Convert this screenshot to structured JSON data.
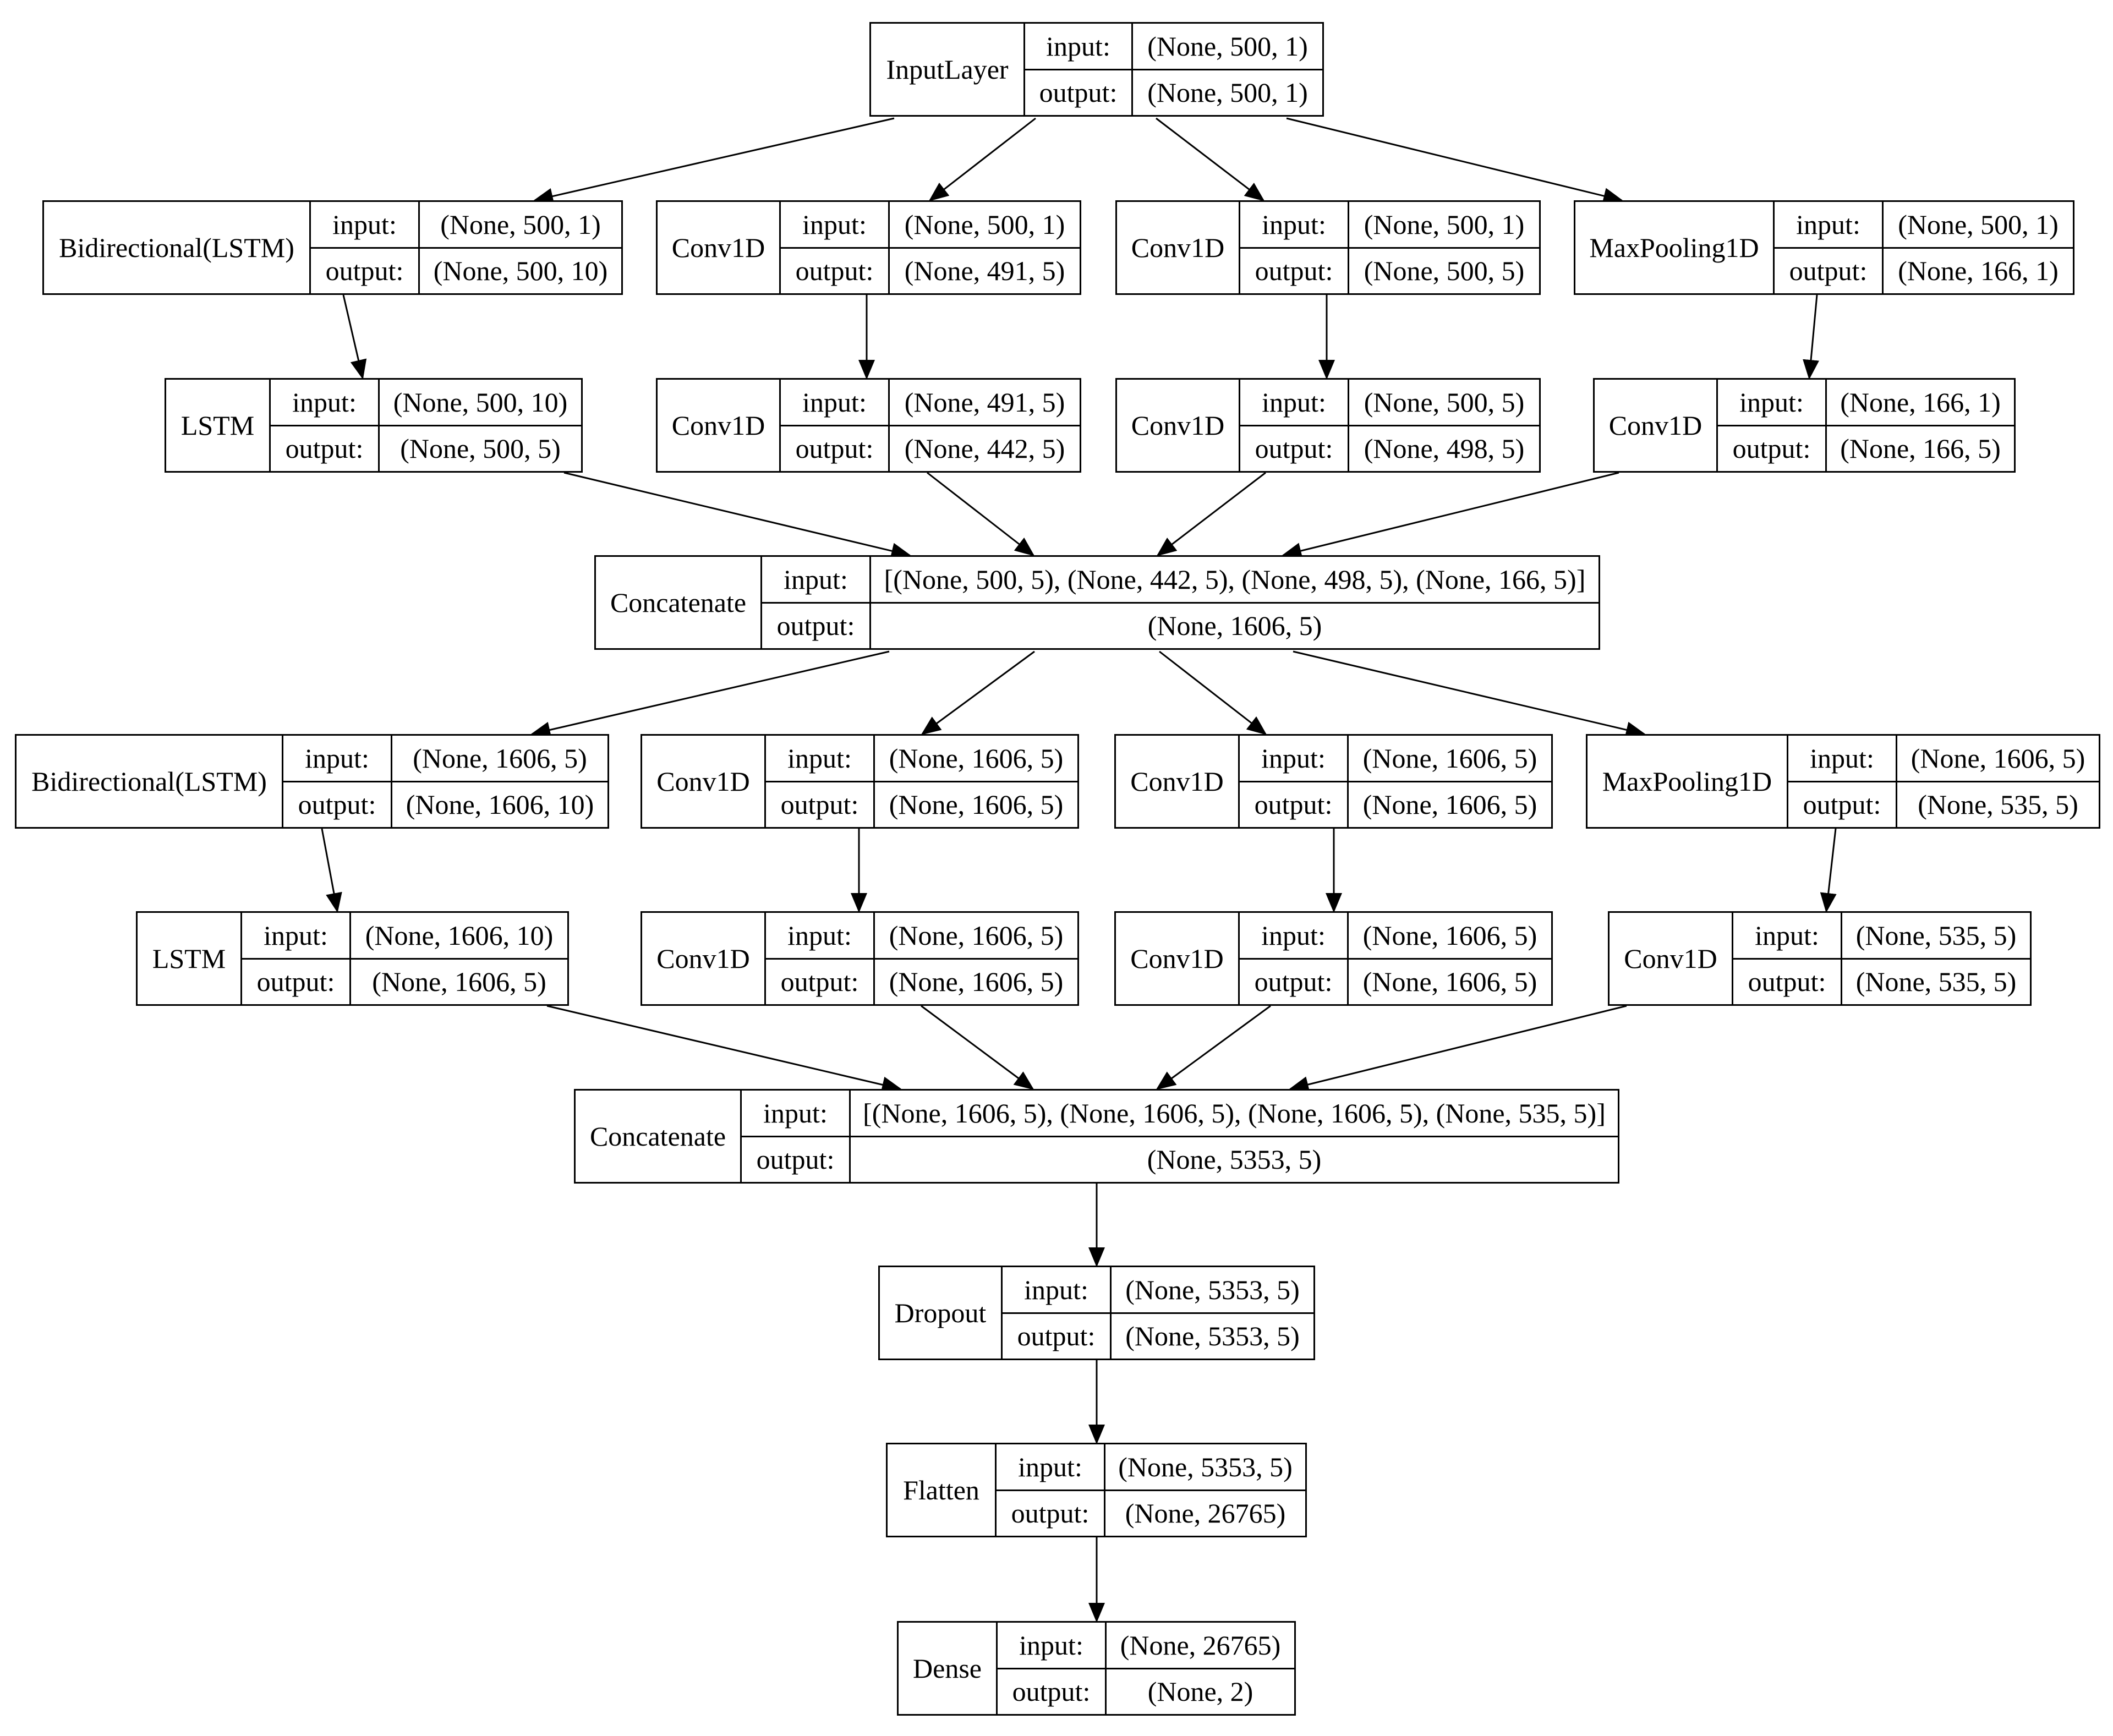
{
  "labels": {
    "input": "input:",
    "output": "output:"
  },
  "layers": [
    {
      "id": "input_layer",
      "type": "InputLayer",
      "input": "(None, 500, 1)",
      "output": "(None, 500, 1)"
    },
    {
      "id": "bilstm_1",
      "type": "Bidirectional(LSTM)",
      "input": "(None, 500, 1)",
      "output": "(None, 500, 10)"
    },
    {
      "id": "conv1d_1a",
      "type": "Conv1D",
      "input": "(None, 500, 1)",
      "output": "(None, 491, 5)"
    },
    {
      "id": "conv1d_1b",
      "type": "Conv1D",
      "input": "(None, 500, 1)",
      "output": "(None, 500, 5)"
    },
    {
      "id": "maxpool_1",
      "type": "MaxPooling1D",
      "input": "(None, 500, 1)",
      "output": "(None, 166, 1)"
    },
    {
      "id": "lstm_1",
      "type": "LSTM",
      "input": "(None, 500, 10)",
      "output": "(None, 500, 5)"
    },
    {
      "id": "conv1d_2a",
      "type": "Conv1D",
      "input": "(None, 491, 5)",
      "output": "(None, 442, 5)"
    },
    {
      "id": "conv1d_2b",
      "type": "Conv1D",
      "input": "(None, 500, 5)",
      "output": "(None, 498, 5)"
    },
    {
      "id": "conv1d_2c",
      "type": "Conv1D",
      "input": "(None, 166, 1)",
      "output": "(None, 166, 5)"
    },
    {
      "id": "concat_1",
      "type": "Concatenate",
      "input": "[(None, 500, 5), (None, 442, 5), (None, 498, 5), (None, 166, 5)]",
      "output": "(None, 1606, 5)"
    },
    {
      "id": "bilstm_2",
      "type": "Bidirectional(LSTM)",
      "input": "(None, 1606, 5)",
      "output": "(None, 1606, 10)"
    },
    {
      "id": "conv1d_3a",
      "type": "Conv1D",
      "input": "(None, 1606, 5)",
      "output": "(None, 1606, 5)"
    },
    {
      "id": "conv1d_3b",
      "type": "Conv1D",
      "input": "(None, 1606, 5)",
      "output": "(None, 1606, 5)"
    },
    {
      "id": "maxpool_2",
      "type": "MaxPooling1D",
      "input": "(None, 1606, 5)",
      "output": "(None, 535, 5)"
    },
    {
      "id": "lstm_2",
      "type": "LSTM",
      "input": "(None, 1606, 10)",
      "output": "(None, 1606, 5)"
    },
    {
      "id": "conv1d_4a",
      "type": "Conv1D",
      "input": "(None, 1606, 5)",
      "output": "(None, 1606, 5)"
    },
    {
      "id": "conv1d_4b",
      "type": "Conv1D",
      "input": "(None, 1606, 5)",
      "output": "(None, 1606, 5)"
    },
    {
      "id": "conv1d_4c",
      "type": "Conv1D",
      "input": "(None, 535, 5)",
      "output": "(None, 535, 5)"
    },
    {
      "id": "concat_2",
      "type": "Concatenate",
      "input": "[(None, 1606, 5), (None, 1606, 5), (None, 1606, 5), (None, 535, 5)]",
      "output": "(None, 5353, 5)"
    },
    {
      "id": "dropout",
      "type": "Dropout",
      "input": "(None, 5353, 5)",
      "output": "(None, 5353, 5)"
    },
    {
      "id": "flatten",
      "type": "Flatten",
      "input": "(None, 5353, 5)",
      "output": "(None, 26765)"
    },
    {
      "id": "dense",
      "type": "Dense",
      "input": "(None, 26765)",
      "output": "(None, 2)"
    }
  ],
  "edges": [
    [
      "input_layer",
      "bilstm_1"
    ],
    [
      "input_layer",
      "conv1d_1a"
    ],
    [
      "input_layer",
      "conv1d_1b"
    ],
    [
      "input_layer",
      "maxpool_1"
    ],
    [
      "bilstm_1",
      "lstm_1"
    ],
    [
      "conv1d_1a",
      "conv1d_2a"
    ],
    [
      "conv1d_1b",
      "conv1d_2b"
    ],
    [
      "maxpool_1",
      "conv1d_2c"
    ],
    [
      "lstm_1",
      "concat_1"
    ],
    [
      "conv1d_2a",
      "concat_1"
    ],
    [
      "conv1d_2b",
      "concat_1"
    ],
    [
      "conv1d_2c",
      "concat_1"
    ],
    [
      "concat_1",
      "bilstm_2"
    ],
    [
      "concat_1",
      "conv1d_3a"
    ],
    [
      "concat_1",
      "conv1d_3b"
    ],
    [
      "concat_1",
      "maxpool_2"
    ],
    [
      "bilstm_2",
      "lstm_2"
    ],
    [
      "conv1d_3a",
      "conv1d_4a"
    ],
    [
      "conv1d_3b",
      "conv1d_4b"
    ],
    [
      "maxpool_2",
      "conv1d_4c"
    ],
    [
      "lstm_2",
      "concat_2"
    ],
    [
      "conv1d_4a",
      "concat_2"
    ],
    [
      "conv1d_4b",
      "concat_2"
    ],
    [
      "conv1d_4c",
      "concat_2"
    ],
    [
      "concat_2",
      "dropout"
    ],
    [
      "dropout",
      "flatten"
    ],
    [
      "flatten",
      "dense"
    ]
  ]
}
